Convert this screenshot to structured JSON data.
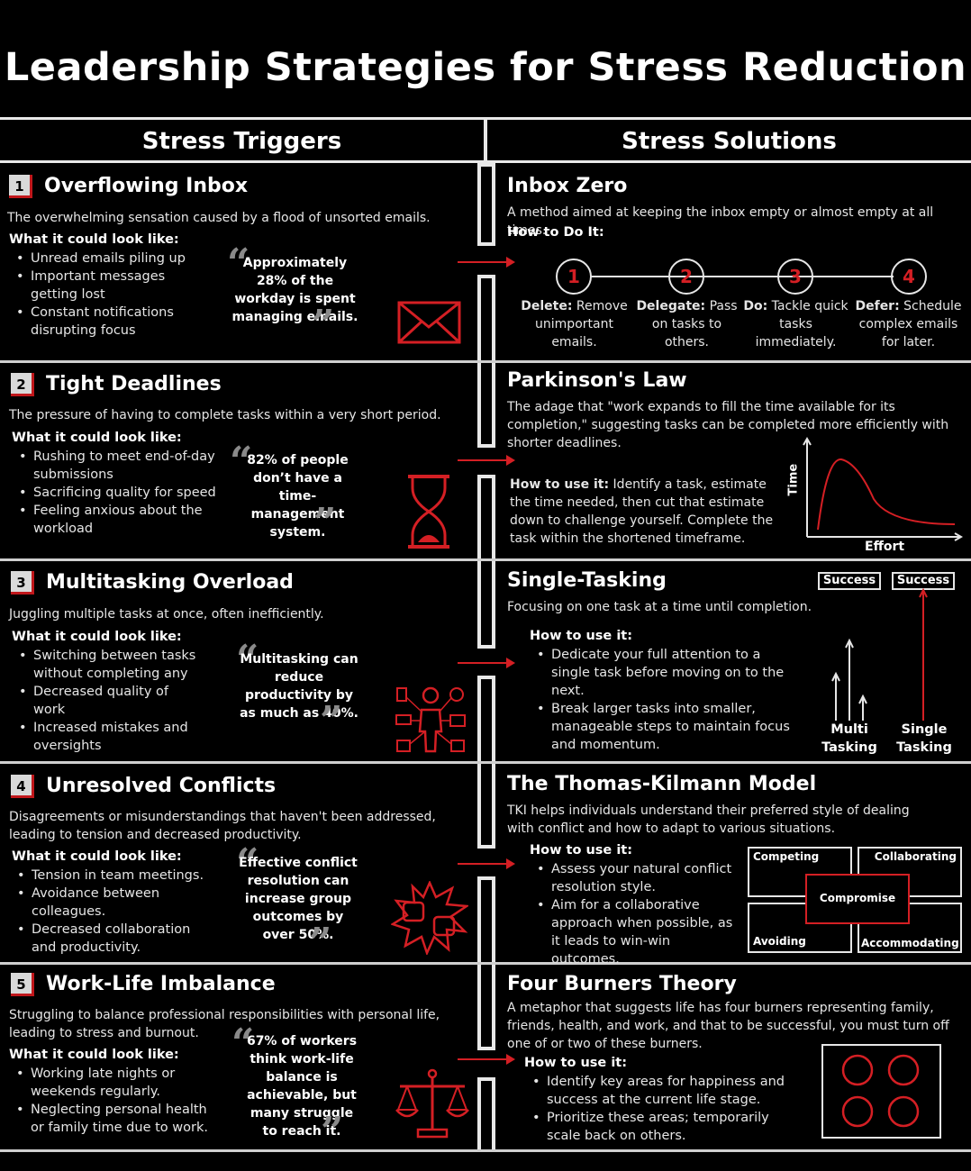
{
  "title": "Leadership Strategies for Stress Reduction",
  "columns": {
    "left": "Stress Triggers",
    "right": "Stress Solutions"
  },
  "look_like_label": "What it could look like:",
  "colors": {
    "accent": "#d41f24",
    "background": "#000000",
    "text": "#ffffff"
  },
  "triggers": [
    {
      "num": "1",
      "title": "Overflowing Inbox",
      "desc": "The overwhelming sensation caused by a flood of unsorted emails.",
      "items": [
        "Unread emails piling up",
        "Important messages getting lost",
        "Constant notifications disrupting focus"
      ],
      "quote": "Approximately 28% of the workday is spent managing emails.",
      "icon": "envelope-icon"
    },
    {
      "num": "2",
      "title": "Tight Deadlines",
      "desc": "The pressure of having to complete tasks within a very short period.",
      "items": [
        "Rushing to meet end-of-day submissions",
        "Sacrificing quality for speed",
        "Feeling anxious about the workload"
      ],
      "quote": "82% of people don’t have a time-management system.",
      "icon": "hourglass-icon"
    },
    {
      "num": "3",
      "title": "Multitasking Overload",
      "desc": "Juggling multiple tasks at once, often inefficiently.",
      "items": [
        "Switching between tasks without completing any",
        "Decreased quality of work",
        "Increased mistakes and oversights"
      ],
      "quote": "Multitasking can reduce productivity by as much as 40%.",
      "icon": "multitasking-person-icon"
    },
    {
      "num": "4",
      "title": "Unresolved Conflicts",
      "desc": "Disagreements or misunderstandings that haven't been addressed, leading to tension and decreased productivity.",
      "items": [
        "Tension in team meetings.",
        "Avoidance between colleagues.",
        "Decreased collaboration and productivity."
      ],
      "quote": "Effective conflict resolution can increase group outcomes by over 50%.",
      "icon": "conflict-fists-icon"
    },
    {
      "num": "5",
      "title": "Work-Life Imbalance",
      "desc": "Struggling to balance professional responsibilities with personal life, leading to stress and burnout.",
      "items": [
        "Working late nights or weekends regularly.",
        "Neglecting personal health or family time due to work."
      ],
      "quote": "67% of workers think work-life balance is achievable, but many struggle to reach it.",
      "icon": "balance-scale-icon"
    }
  ],
  "solutions": {
    "inbox": {
      "title": "Inbox Zero",
      "desc": "A method aimed at keeping the inbox empty or almost empty at all times.",
      "howto": "How to Do It:",
      "steps": [
        {
          "n": "1",
          "label": "Delete:",
          "text": "Remove unimportant emails."
        },
        {
          "n": "2",
          "label": "Delegate:",
          "text": "Pass on tasks to others."
        },
        {
          "n": "3",
          "label": "Do:",
          "text": "Tackle quick tasks immediately."
        },
        {
          "n": "4",
          "label": "Defer:",
          "text": "Schedule complex emails for later."
        }
      ]
    },
    "parkinson": {
      "title": "Parkinson's Law",
      "desc": "The adage that \"work expands to fill the time available for its completion,\" suggesting tasks can be completed more efficiently with shorter deadlines.",
      "howto_label": "How to use it:",
      "howto_text": "Identify a task, estimate the time needed, then cut that estimate down to challenge yourself. Complete the task within the shortened timeframe.",
      "ylabel": "Time",
      "xlabel": "Effort"
    },
    "single": {
      "title": "Single-Tasking",
      "desc": "Focusing on one task at a time until completion.",
      "howto": "How to use it:",
      "items": [
        "Dedicate your full attention to a single task before moving on to the next.",
        "Break larger tasks into smaller, manageable steps to maintain focus and momentum."
      ],
      "success1": "Success",
      "success2": "Success",
      "multi1": "Multi",
      "multi2": "Tasking",
      "single1": "Single",
      "single2": "Tasking"
    },
    "tki": {
      "title": "The Thomas-Kilmann Model",
      "desc": "TKI helps individuals understand their preferred style of dealing with conflict and how to adapt to various situations.",
      "howto": "How to use it:",
      "items": [
        "Assess your natural conflict resolution style.",
        "Aim for a collaborative approach when possible, as it leads to win-win outcomes."
      ],
      "competing": "Competing",
      "collaborating": "Collaborating",
      "compromise": "Compromise",
      "avoiding": "Avoiding",
      "accommodating": "Accommodating"
    },
    "burners": {
      "title": "Four Burners Theory",
      "desc": "A metaphor that suggests life has four burners representing family, friends, health, and work, and that to be successful, you must turn off one of or two of these burners.",
      "howto": "How to use it:",
      "items": [
        "Identify key areas for happiness and success at the current life stage.",
        "Prioritize these areas; temporarily scale back on others."
      ]
    }
  }
}
